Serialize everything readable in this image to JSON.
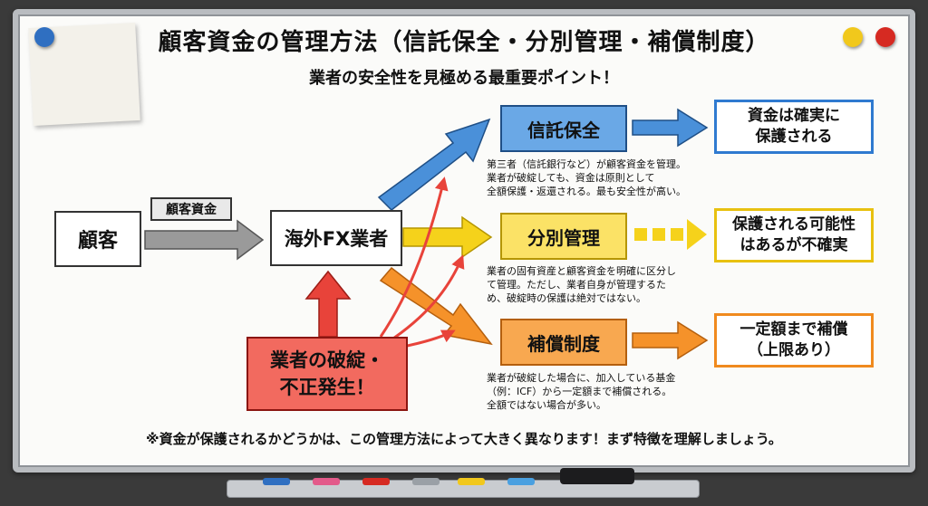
{
  "title": "顧客資金の管理方法（信託保全・分別管理・補償制度）",
  "subtitle": "業者の安全性を見極める最重要ポイント！",
  "nodes": {
    "customer": "顧客",
    "funds_label": "顧客資金",
    "broker": "海外FX業者",
    "risk": "業者の破綻・\n不正発生！",
    "trust": "信託保全",
    "segregated": "分別管理",
    "compensation": "補償制度",
    "trust_result": "資金は確実に\n保護される",
    "segregated_result": "保護される可能性\nはあるが不確実",
    "compensation_result": "一定額まで補償\n（上限あり）"
  },
  "descriptions": {
    "trust": "第三者（信託銀行など）が顧客資金を管理。\n業者が破綻しても、資金は原則として\n全額保護・返還される。最も安全性が高い。",
    "segregated": "業者の固有資産と顧客資金を明確に区分し\nて管理。ただし、業者自身が管理するた\nめ、破綻時の保護は絶対ではない。",
    "compensation": "業者が破綻した場合に、加入している基金\n（例：ICF）から一定額まで補償される。\n全額ではない場合が多い。"
  },
  "footnote": "※資金が保護されるかどうかは、この管理方法によって大きく異なります！まず特徴を理解しましょう。",
  "colors": {
    "blue": "#4a90d9",
    "yellow": "#f5d21b",
    "orange": "#f5922a",
    "red": "#e8433a",
    "gray": "#8c8c8c"
  }
}
